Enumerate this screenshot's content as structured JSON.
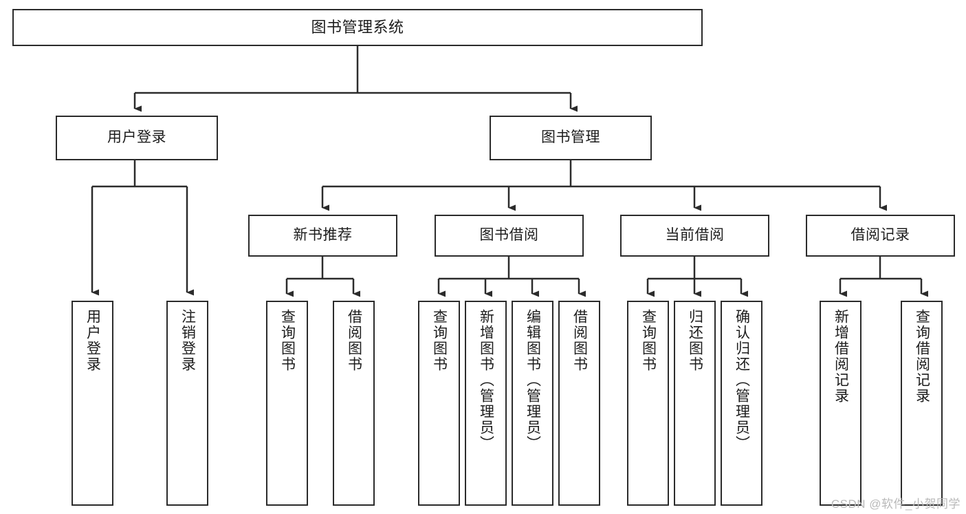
{
  "diagram": {
    "title": "图书管理系统",
    "type": "tree-hierarchy-chart",
    "watermark": "CSDN @软件_小贺同学",
    "stroke_color": "#2b2b2b",
    "fill_color": "#ffffff",
    "text_color": "#1c1c1c"
  },
  "nodes": {
    "root": {
      "label": "图书管理系统"
    },
    "level2": [
      {
        "label": "用户登录"
      },
      {
        "label": "图书管理"
      }
    ],
    "level3": [
      {
        "label": "新书推荐"
      },
      {
        "label": "图书借阅"
      },
      {
        "label": "当前借阅"
      },
      {
        "label": "借阅记录"
      }
    ],
    "leaves_user_login": [
      {
        "label": "用户登录"
      },
      {
        "label": "注销登录"
      }
    ],
    "leaves_new_book": [
      {
        "label": "查询图书"
      },
      {
        "label": "借阅图书"
      }
    ],
    "leaves_borrow": [
      {
        "label": "查询图书"
      },
      {
        "label": "新增图书（管理员）"
      },
      {
        "label": "编辑图书（管理员）"
      },
      {
        "label": "借阅图书"
      }
    ],
    "leaves_current": [
      {
        "label": "查询图书"
      },
      {
        "label": "归还图书"
      },
      {
        "label": "确认归还（管理员）"
      }
    ],
    "leaves_record": [
      {
        "label": "新增借阅记录"
      },
      {
        "label": "查询借阅记录"
      }
    ]
  },
  "chart_data": {
    "type": "tree",
    "title": "图书管理系统",
    "root": "图书管理系统",
    "edges": [
      [
        "图书管理系统",
        "用户登录"
      ],
      [
        "图书管理系统",
        "图书管理"
      ],
      [
        "用户登录",
        "用户登录"
      ],
      [
        "用户登录",
        "注销登录"
      ],
      [
        "图书管理",
        "新书推荐"
      ],
      [
        "图书管理",
        "图书借阅"
      ],
      [
        "图书管理",
        "当前借阅"
      ],
      [
        "图书管理",
        "借阅记录"
      ],
      [
        "新书推荐",
        "查询图书"
      ],
      [
        "新书推荐",
        "借阅图书"
      ],
      [
        "图书借阅",
        "查询图书"
      ],
      [
        "图书借阅",
        "新增图书（管理员）"
      ],
      [
        "图书借阅",
        "编辑图书（管理员）"
      ],
      [
        "图书借阅",
        "借阅图书"
      ],
      [
        "当前借阅",
        "查询图书"
      ],
      [
        "当前借阅",
        "归还图书"
      ],
      [
        "当前借阅",
        "确认归还（管理员）"
      ],
      [
        "借阅记录",
        "新增借阅记录"
      ],
      [
        "借阅记录",
        "查询借阅记录"
      ]
    ],
    "depth": 4,
    "leaf_count": 13
  }
}
